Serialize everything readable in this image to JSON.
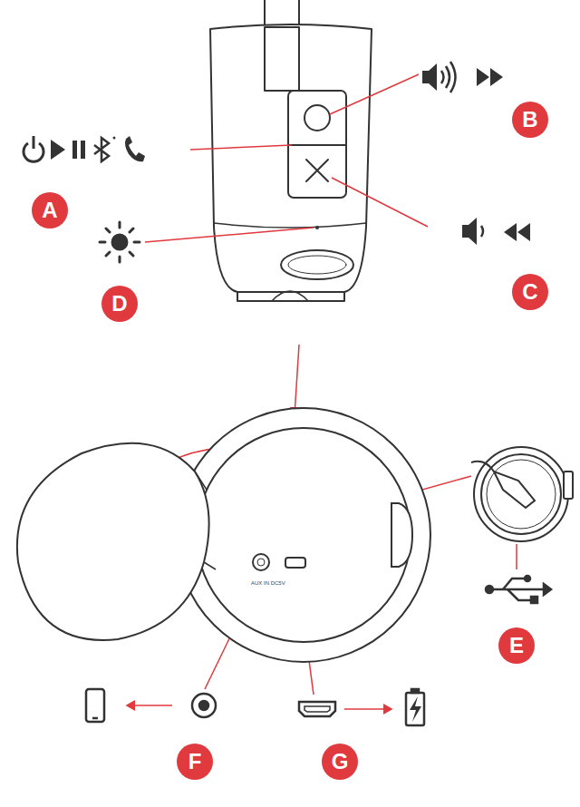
{
  "diagram": {
    "nodes": [
      {
        "text": [
          "A"
        ]
      },
      {
        "text": [
          "B"
        ]
      },
      {
        "text": [
          "C"
        ]
      },
      {
        "text": [
          "D"
        ]
      },
      {
        "text": [
          "E"
        ]
      },
      {
        "text": [
          "F"
        ]
      },
      {
        "text": [
          "G"
        ]
      }
    ],
    "labels": [
      "AUX IN DC5V"
    ]
  }
}
